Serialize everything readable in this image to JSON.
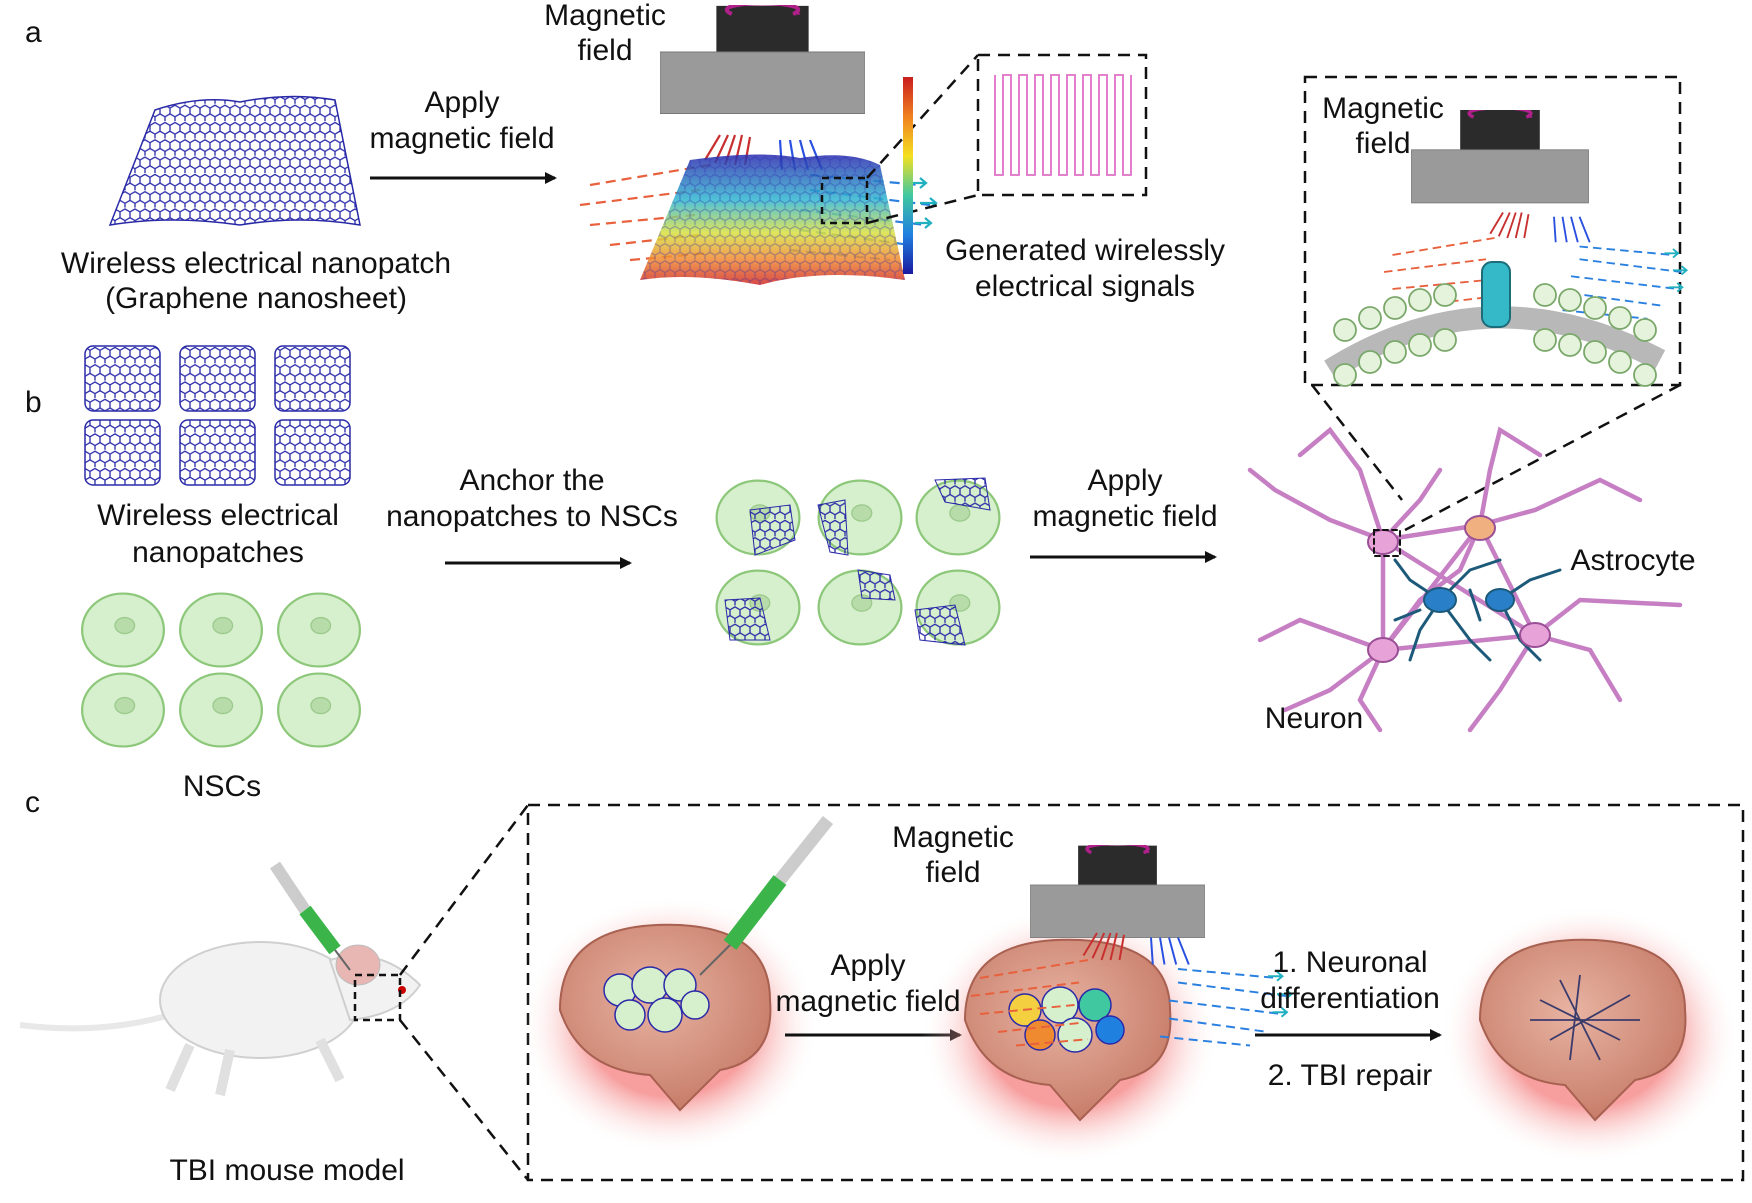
{
  "panels": {
    "a": {
      "letter": "a",
      "magnetic_field": [
        "Magnetic",
        "field"
      ],
      "apply": [
        "Apply",
        "magnetic field"
      ],
      "nanopatch": [
        "Wireless electrical nanopatch",
        "(Graphene nanosheet)"
      ],
      "signals": [
        "Generated wirelessly",
        "electrical signals"
      ]
    },
    "b": {
      "letter": "b",
      "nanopatches": [
        "Wireless electrical",
        "nanopatches"
      ],
      "nscs": "NSCs",
      "anchor": [
        "Anchor the",
        "nanopatches to NSCs"
      ],
      "apply": [
        "Apply",
        "magnetic field"
      ],
      "astrocyte": "Astrocyte",
      "neuron": "Neuron",
      "inset_magnetic_field": [
        "Magnetic",
        "field"
      ]
    },
    "c": {
      "letter": "c",
      "mouse": "TBI mouse model",
      "apply": [
        "Apply",
        "magnetic field"
      ],
      "magnetic_field": [
        "Magnetic",
        "field"
      ],
      "outcome_1": [
        "1. Neuronal",
        "differentiation"
      ],
      "outcome_2": "2. TBI repair"
    }
  },
  "colors": {
    "graphene": "#2a2aa8",
    "cell_fill": "#d6efcc",
    "cell_stroke": "#8cc77a",
    "magnet_top": "#2b2b2b",
    "magnet_base": "#9a9a9a",
    "neuron": "#c77fc4",
    "astrocyte": "#1d5a7a",
    "brain": "#d8937e",
    "glow": "#f06060",
    "syringe": "#3bb54a",
    "rotation_arrow": "#b0208a"
  }
}
